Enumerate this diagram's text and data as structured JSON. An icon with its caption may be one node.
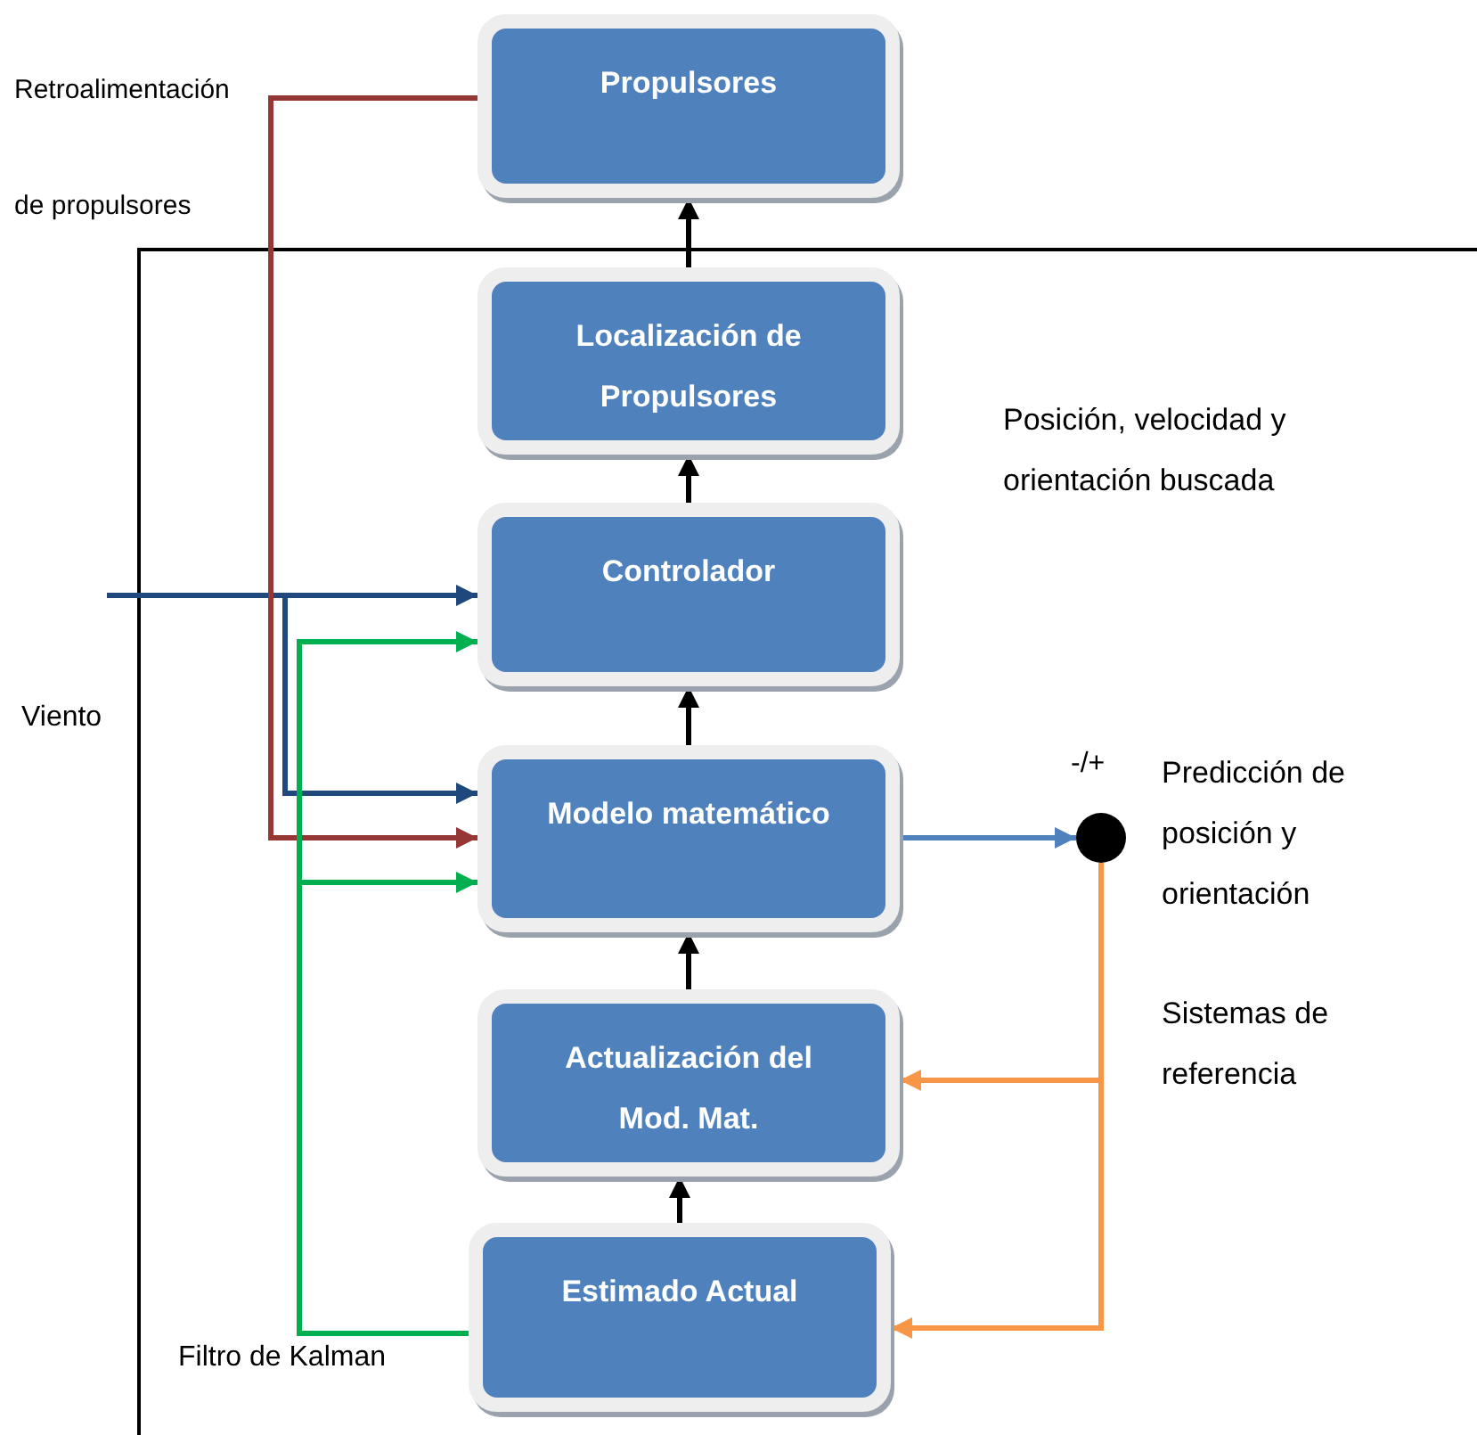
{
  "diagram": {
    "nodes": [
      {
        "text": [
          "Propulsores"
        ]
      },
      {
        "text": [
          "Localización de Propulsores"
        ]
      },
      {
        "text": [
          "Controlador"
        ]
      },
      {
        "text": [
          "Modelo matemático"
        ]
      },
      {
        "text": [
          "Actualización del Mod. Mat."
        ]
      },
      {
        "text": [
          "Estimado Actual"
        ]
      },
      {
        "text": [],
        "shape": "circle",
        "beside": [
          "-/+"
        ]
      }
    ],
    "edges": [
      {
        "from": 1,
        "to": 0,
        "arrow": "to"
      },
      {
        "from": 2,
        "to": 1,
        "arrow": "to"
      },
      {
        "from": 3,
        "to": 2,
        "arrow": "to"
      },
      {
        "from": 4,
        "to": 3,
        "arrow": "to"
      },
      {
        "from": 5,
        "to": 4,
        "arrow": "to"
      },
      {
        "from": null,
        "to": 2,
        "arrow": "to",
        "color": "#1f497d"
      },
      {
        "from": null,
        "to": 3,
        "arrow": "to",
        "color": "#1f497d"
      },
      {
        "from": 0,
        "to": 3,
        "arrow": "to",
        "color": "#953735"
      },
      {
        "from": 5,
        "to": 2,
        "arrow": "to",
        "color": "#00b050"
      },
      {
        "from": 5,
        "to": 3,
        "arrow": "to",
        "color": "#00b050"
      },
      {
        "from": 3,
        "to": 6,
        "arrow": "to",
        "color": "#4f81bd"
      },
      {
        "from": 6,
        "to": 4,
        "arrow": "to",
        "color": "#f79646"
      },
      {
        "from": 6,
        "to": 5,
        "arrow": "to",
        "color": "#f79646"
      }
    ],
    "labels": [
      "Retroalimentación de propulsores",
      "Viento",
      "Filtro de Kalman",
      "Posición, velocidad y orientación buscada",
      "Predicción de posición y orientación",
      "Sistemas de referencia"
    ]
  }
}
